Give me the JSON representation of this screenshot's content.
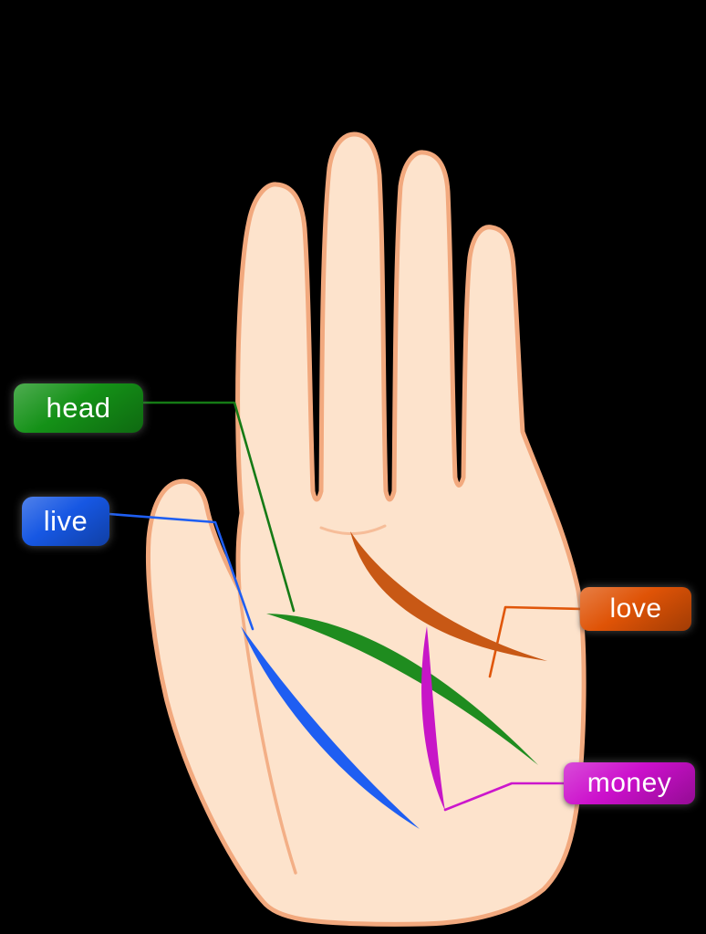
{
  "background_color": "#000000",
  "hand": {
    "fill_color": "#fde3cc",
    "outline_color": "#f2a97e"
  },
  "labels": {
    "head": {
      "text": "head",
      "badge_color": "#149117",
      "line_color": "#1f8c1f",
      "leader_color": "#157a15"
    },
    "live": {
      "text": "live",
      "badge_color": "#1657e3",
      "line_color": "#1e5ef2",
      "leader_color": "#1e5ef2"
    },
    "love": {
      "text": "love",
      "badge_color": "#df5306",
      "line_color": "#c85815",
      "leader_color": "#e0560a"
    },
    "money": {
      "text": "money",
      "badge_color": "#cc10cc",
      "line_color": "#c716c7",
      "leader_color": "#cc16cc"
    }
  }
}
